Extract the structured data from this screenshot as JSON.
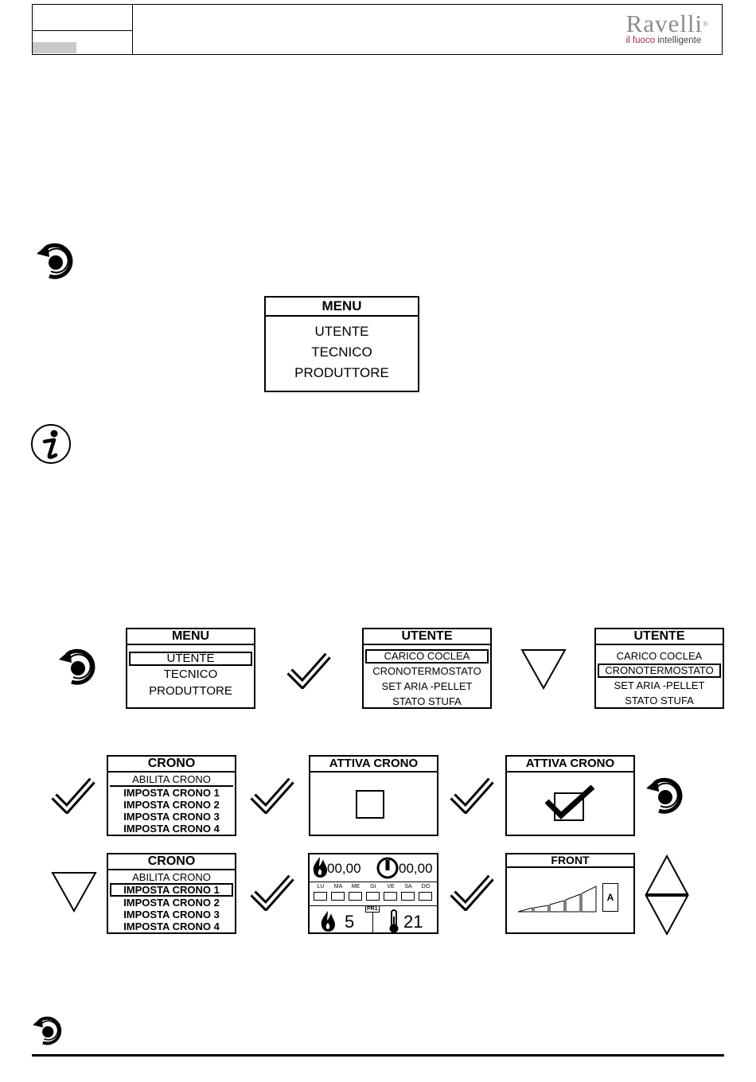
{
  "header": {
    "brand": "Ravelli",
    "brand_mark": "®",
    "tagline_highlight": "il fuoco",
    "tagline_rest": " intelligente"
  },
  "menu_main": {
    "title": "MENU",
    "items": [
      "UTENTE",
      "TECNICO",
      "PRODUTTORE"
    ]
  },
  "flow1": {
    "menu": {
      "title": "MENU",
      "items": [
        "UTENTE",
        "TECNICO",
        "PRODUTTORE"
      ],
      "selected": 0
    },
    "utente_a": {
      "title": "UTENTE",
      "items": [
        "CARICO COCLEA",
        "CRONOTERMOSTATO",
        "SET ARIA -PELLET",
        "STATO STUFA"
      ],
      "selected": 0
    },
    "utente_b": {
      "title": "UTENTE",
      "items": [
        "CARICO COCLEA",
        "CRONOTERMOSTATO",
        "SET ARIA -PELLET",
        "STATO STUFA"
      ],
      "selected": 1
    }
  },
  "flow2": {
    "crono_a": {
      "title": "CRONO",
      "items": [
        "ABILITA CRONO",
        "IMPOSTA CRONO 1",
        "IMPOSTA CRONO 2",
        "IMPOSTA CRONO 3",
        "IMPOSTA CRONO 4"
      ],
      "selected": 0
    },
    "attiva_a": {
      "title": "ATTIVA CRONO"
    },
    "attiva_b": {
      "title": "ATTIVA CRONO"
    }
  },
  "flow3": {
    "crono_b": {
      "title": "CRONO",
      "items": [
        "ABILITA CRONO",
        "IMPOSTA CRONO 1",
        "IMPOSTA CRONO 2",
        "IMPOSTA CRONO 3",
        "IMPOSTA CRONO 4"
      ],
      "selected": 1
    },
    "prog": {
      "on_time": "00,00",
      "off_time": "00,00",
      "days": [
        "LU",
        "MA",
        "ME",
        "GI",
        "VE",
        "SA",
        "DO"
      ],
      "program": "PR1",
      "power": "5",
      "temperature": "21"
    },
    "front": {
      "title": "FRONT",
      "mode": "A"
    }
  }
}
